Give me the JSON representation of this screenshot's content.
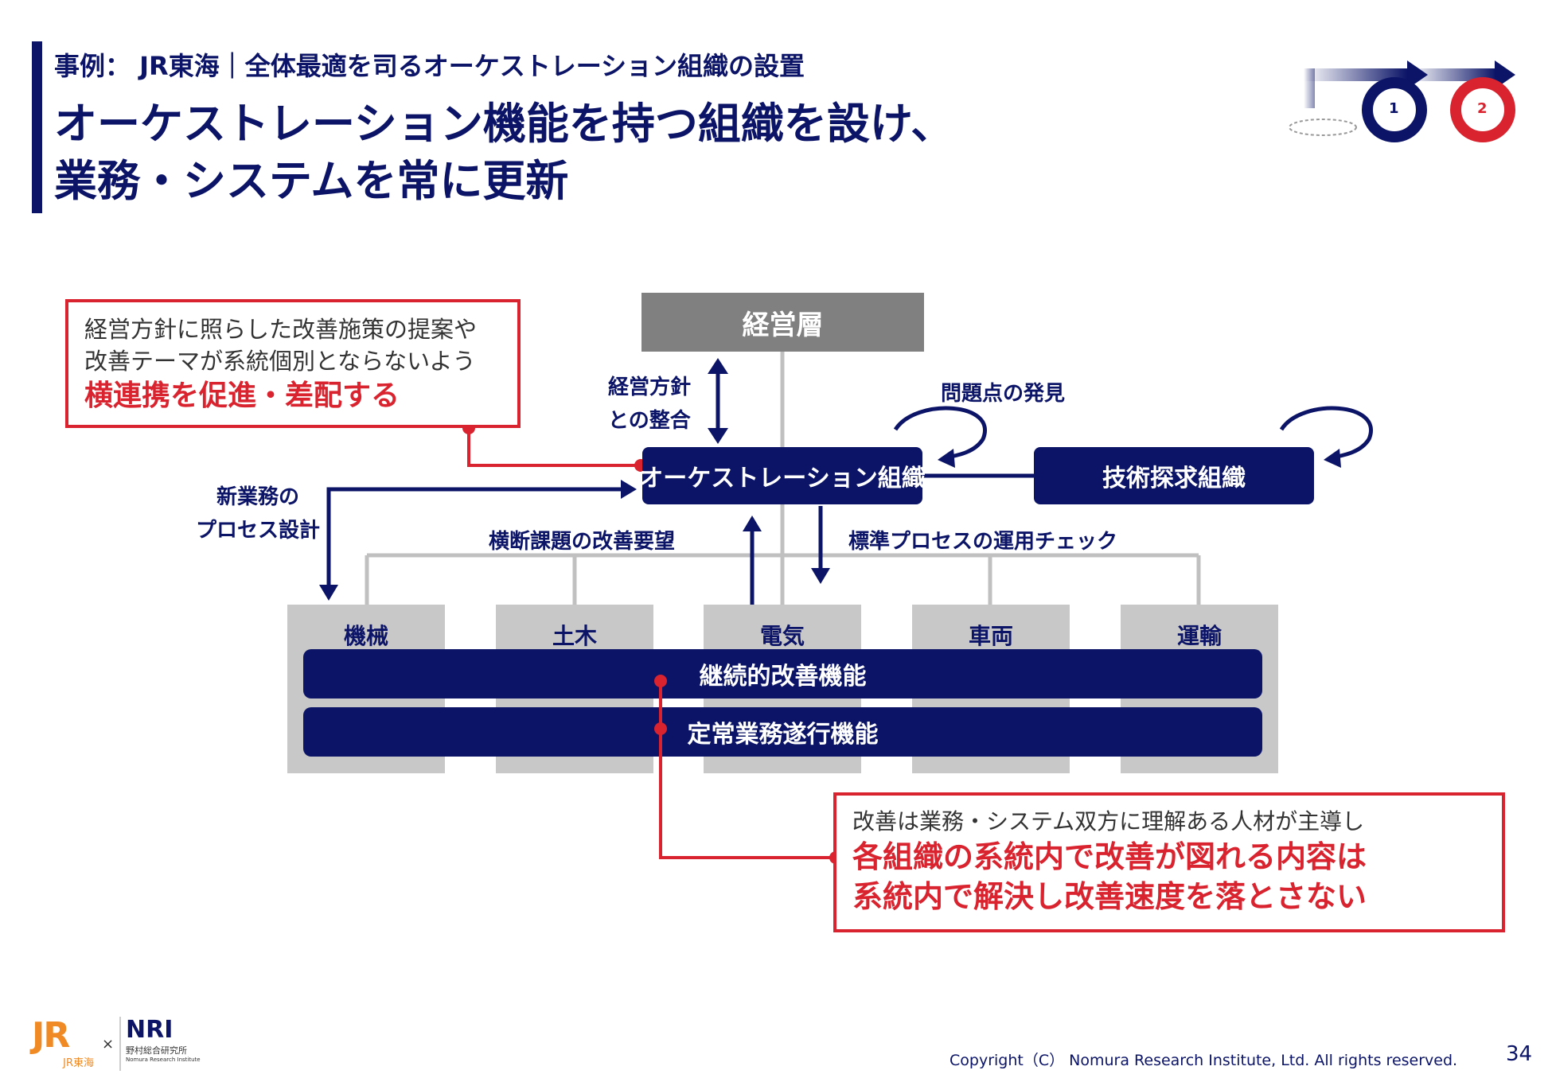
{
  "header": {
    "subtitle": "事例： JR東海｜全体最適を司るオーケストレーション組織の設置",
    "title_line1": "オーケストレーション機能を持つ組織を設け、",
    "title_line2": "業務・システムを常に更新"
  },
  "step_indicator": {
    "step1": "1",
    "step2": "2",
    "active_color": "#d9232e",
    "inactive_color": "#0b1467"
  },
  "diagram": {
    "management": "経営層",
    "orchestration": "オーケストレーション組織",
    "tech_exploration": "技術探求組織",
    "label_policy_line1": "経営方針",
    "label_policy_line2": "との整合",
    "label_problem": "問題点の発見",
    "label_new_process_line1": "新業務の",
    "label_new_process_line2": "プロセス設計",
    "label_cross_issue": "横断課題の改善要望",
    "label_standard_check": "標準プロセスの運用チェック",
    "departments": [
      "機械",
      "土木",
      "電気",
      "車両",
      "運輸"
    ],
    "continuous_improvement": "継続的改善機能",
    "routine_operation": "定常業務遂行機能"
  },
  "callout_left": {
    "line1": "経営方針に照らした改善施策の提案や",
    "line2": "改善テーマが系統個別とならないよう",
    "line3": "横連携を促進・差配する"
  },
  "callout_right": {
    "line1": "改善は業務・システム双方に理解ある人材が主導し",
    "line2": "各組織の系統内で改善が図れる内容は",
    "line3": "系統内で解決し改善速度を落とさない"
  },
  "footer": {
    "copyright": "Copyright（C）  Nomura Research Institute, Ltd. All rights reserved.",
    "page_number": "34",
    "jr_logo_text": "JR東海",
    "logo_separator": "×",
    "nri_logo_text": "NRI",
    "nri_logo_sub": "野村総合研究所",
    "nri_logo_en": "Nomura Research Institute"
  },
  "colors": {
    "navy": "#0b1467",
    "red": "#d9232e",
    "gray_box": "#808080",
    "dept_gray": "#c8c8c8",
    "line_gray": "#c0c0c0"
  }
}
